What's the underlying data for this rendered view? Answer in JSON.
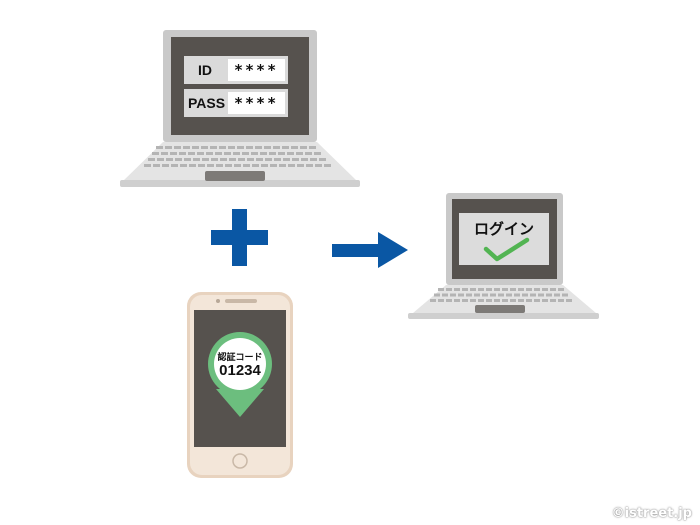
{
  "login_form": {
    "id_label": "ID",
    "id_value": "****",
    "pass_label": "PASS",
    "pass_value": "****"
  },
  "result_screen": {
    "text": "ログイン"
  },
  "phone": {
    "code_label": "認証コード",
    "code_value": "01234"
  },
  "watermark": "©istreet.jp",
  "icons": {
    "plus": "plus-icon",
    "arrow": "arrow-right-icon",
    "check": "checkmark-icon",
    "pin": "map-pin-icon"
  },
  "colors": {
    "accent_blue": "#0a57a4",
    "check_green": "#52b452",
    "pin_green": "#6cbe7e",
    "screen_dark": "#56524e",
    "laptop_body": "#d9d9d9",
    "phone_frame": "#ead8c7"
  }
}
